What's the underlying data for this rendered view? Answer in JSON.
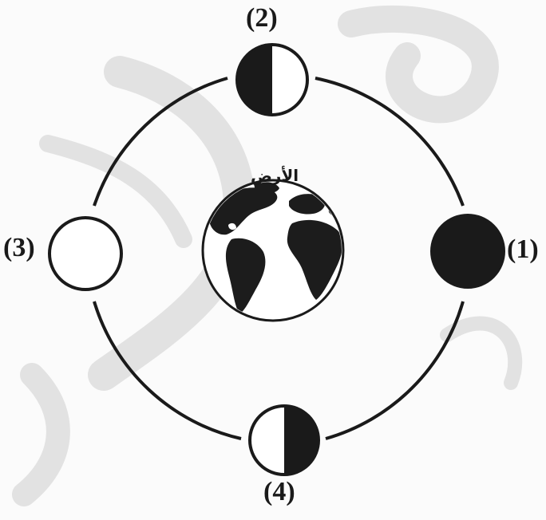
{
  "earth_label": "الأرض",
  "phases": [
    {
      "id": "1",
      "label": "(1)",
      "appearance": "new-moon",
      "dark_fraction": 1.0
    },
    {
      "id": "2",
      "label": "(2)",
      "appearance": "half-moon-dark-left",
      "dark_fraction": 0.5
    },
    {
      "id": "3",
      "label": "(3)",
      "appearance": "full-moon",
      "dark_fraction": 0.0
    },
    {
      "id": "4",
      "label": "(4)",
      "appearance": "half-moon-dark-right",
      "dark_fraction": 0.5
    }
  ],
  "colors": {
    "ink": "#1a1a1a",
    "watermark": "#d9d9d9",
    "background": "#fbfbfb"
  }
}
